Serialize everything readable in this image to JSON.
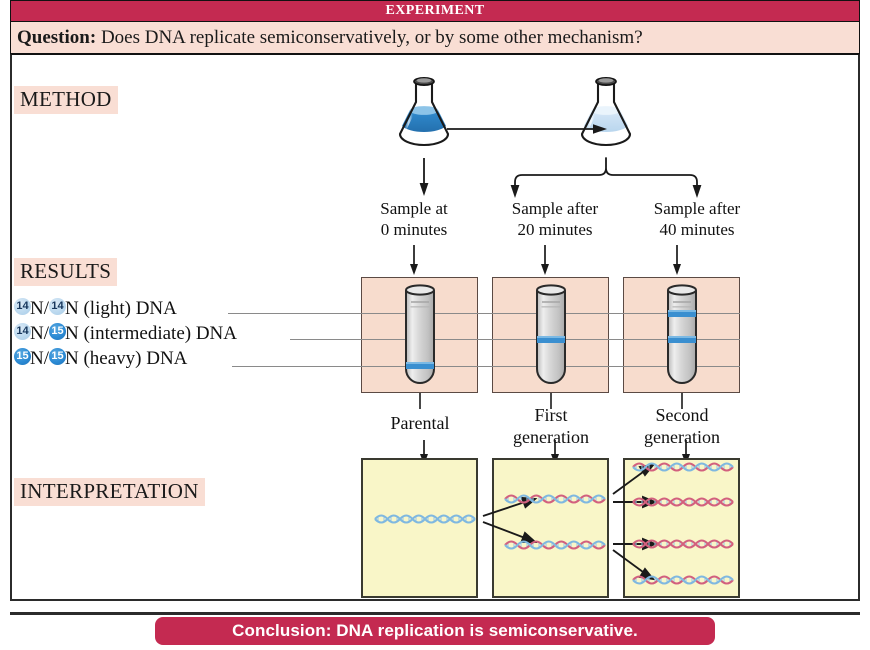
{
  "header": {
    "experiment_title": "EXPERIMENT",
    "question_label": "Question:",
    "question_text": "Does DNA replicate semiconservatively, or by some other mechanism?"
  },
  "sections": {
    "method": "METHOD",
    "results": "RESULTS",
    "interpretation": "INTERPRETATION"
  },
  "method": {
    "flasks": [
      {
        "name": "heavy-medium-flask",
        "liquid_color": "#2e86c8",
        "label": ""
      },
      {
        "name": "light-medium-flask",
        "liquid_color": "#cfe3f5",
        "label": ""
      }
    ],
    "samples": [
      {
        "line1": "Sample at",
        "line2": "0 minutes"
      },
      {
        "line1": "Sample after",
        "line2": "20 minutes"
      },
      {
        "line1": "Sample after",
        "line2": "40 minutes"
      }
    ]
  },
  "results": {
    "keys": [
      {
        "sup1": "14",
        "sup1_type": "light",
        "sup2": "14",
        "sup2_type": "light",
        "text": "N (light) DNA"
      },
      {
        "sup1": "14",
        "sup1_type": "light",
        "sup2": "15",
        "sup2_type": "heavy",
        "text": "N (intermediate) DNA"
      },
      {
        "sup1": "15",
        "sup1_type": "heavy",
        "sup2": "15",
        "sup2_type": "heavy",
        "text": "N (heavy) DNA"
      }
    ],
    "tubes": [
      {
        "name": "tube-parental",
        "bands": [
          "heavy"
        ]
      },
      {
        "name": "tube-first-generation",
        "bands": [
          "intermediate"
        ]
      },
      {
        "name": "tube-second-generation",
        "bands": [
          "light",
          "intermediate"
        ]
      }
    ],
    "generations": [
      {
        "line1": "Parental",
        "line2": ""
      },
      {
        "line1": "First",
        "line2": "generation"
      },
      {
        "line1": "Second",
        "line2": "generation"
      }
    ]
  },
  "interpretation": {
    "panels": [
      {
        "name": "panel-parental",
        "helices": [
          {
            "top": "blue",
            "bottom": "blue"
          }
        ]
      },
      {
        "name": "panel-first-generation",
        "helices": [
          {
            "top": "red",
            "bottom": "blue"
          },
          {
            "top": "red",
            "bottom": "blue"
          }
        ]
      },
      {
        "name": "panel-second-generation",
        "helices": [
          {
            "top": "red",
            "bottom": "blue"
          },
          {
            "top": "red",
            "bottom": "red"
          },
          {
            "top": "red",
            "bottom": "red"
          },
          {
            "top": "red",
            "bottom": "blue"
          }
        ]
      }
    ]
  },
  "conclusion": {
    "text": "Conclusion: DNA replication is semiconservative."
  },
  "colors": {
    "crimson": "#c42a51",
    "pink_band": "#f9ded4",
    "result_box": "#f7dccd",
    "interp_panel": "#f9f6c8",
    "dna_blue": "#7fb8e0",
    "dna_red": "#d2607e",
    "isotope_light": "#bcd9ef",
    "isotope_heavy": "#2b8ad4",
    "band_blue": "#3a8fd0"
  }
}
